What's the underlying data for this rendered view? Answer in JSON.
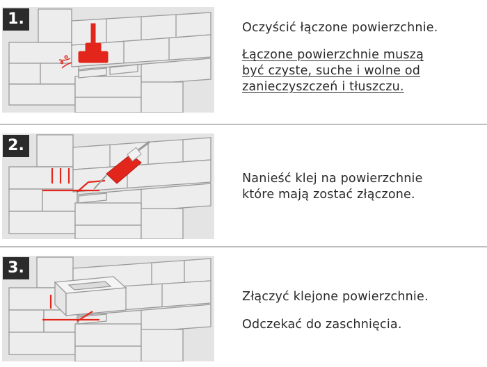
{
  "steps": [
    {
      "number": "1.",
      "icon": "brush-icon",
      "instruction": "Oczyścić łączone powierzchnie.",
      "note_lines": [
        "Łączone powierzchnie muszą",
        "być czyste, suche i wolne od",
        "zanieczyszczeń i tłuszczu."
      ]
    },
    {
      "number": "2.",
      "icon": "glue-gun-icon",
      "instruction_lines": [
        "Nanieść klej na powierzchnie",
        "które mają zostać złączone."
      ]
    },
    {
      "number": "3.",
      "icon": "block-placement-icon",
      "instruction": "Złączyć klejone powierzchnie.",
      "note": "Odczekać do zaschnięcia."
    }
  ],
  "colors": {
    "accent": "#e3261c",
    "badge": "#2b2b2b",
    "block": "#ececec",
    "outline": "#9a9a9a",
    "divider": "#bdbdbd"
  }
}
